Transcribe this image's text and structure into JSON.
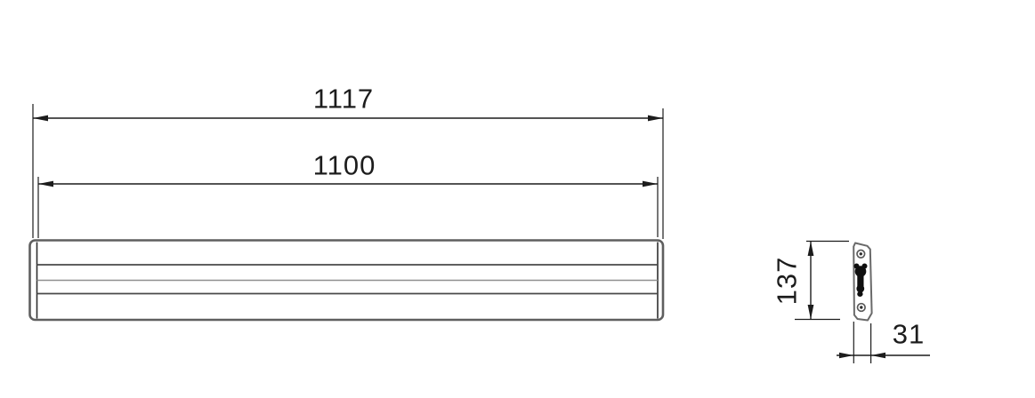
{
  "drawing": {
    "title": "rail-fixture-dimension-drawing",
    "front_view": {
      "overall_width_label": "1117",
      "inner_width_label": "1100"
    },
    "side_view": {
      "height_label": "137",
      "depth_label": "31"
    },
    "icons": [
      "screw-hole-icon",
      "keyhole-slot-icon"
    ],
    "colors": {
      "dimension_line": "#1c1c1c",
      "body_outline": "#5f5f5f",
      "panel_line_dark": "#4a4a4a",
      "panel_line_light": "#8f8f8f",
      "plate_outline": "#6a6a6a",
      "background": "#ffffff"
    }
  }
}
